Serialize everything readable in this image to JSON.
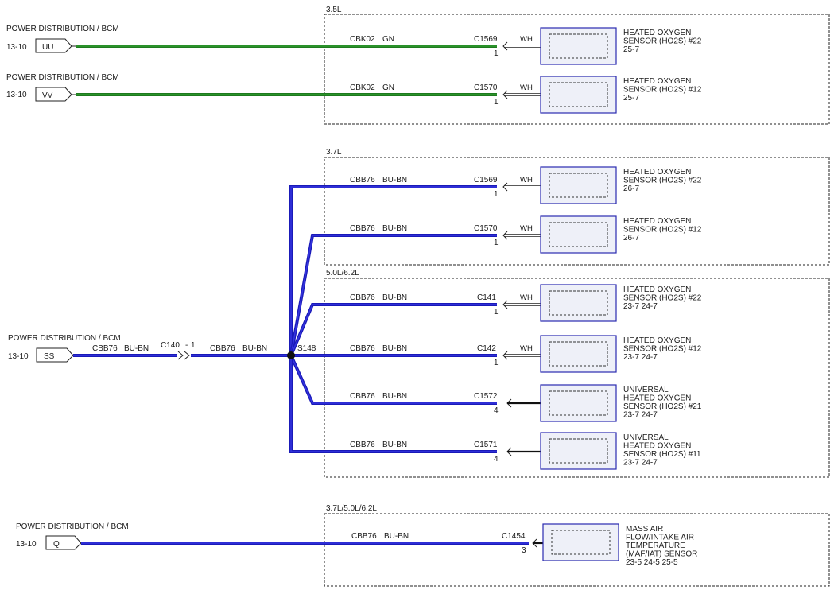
{
  "regions": {
    "r35": "3.5L",
    "r37": "3.7L",
    "r50": "5.0L/6.2L",
    "r37_50": "3.7L/5.0L/6.2L"
  },
  "sources": [
    {
      "title": "POWER DISTRIBUTION / BCM",
      "page": "13-10",
      "pin": "UU"
    },
    {
      "title": "POWER DISTRIBUTION / BCM",
      "page": "13-10",
      "pin": "VV"
    },
    {
      "title": "POWER DISTRIBUTION / BCM",
      "page": "13-10",
      "pin": "SS"
    },
    {
      "title": "POWER DISTRIBUTION / BCM",
      "page": "13-10",
      "pin": "Q"
    }
  ],
  "inline_connector": {
    "name": "C140",
    "pin": "1"
  },
  "source_wire": {
    "circuit": "CBB76",
    "color": "BU-BN"
  },
  "trunk_wire": {
    "circuit": "CBB76",
    "color": "BU-BN"
  },
  "splice": "S148",
  "pigtail_color": "WH",
  "wires": [
    {
      "circuit": "CBK02",
      "color": "GN",
      "connector": "C1569",
      "pin": "1",
      "pigtail": true
    },
    {
      "circuit": "CBK02",
      "color": "GN",
      "connector": "C1570",
      "pin": "1",
      "pigtail": true
    },
    {
      "circuit": "CBB76",
      "color": "BU-BN",
      "connector": "C1569",
      "pin": "1",
      "pigtail": true
    },
    {
      "circuit": "CBB76",
      "color": "BU-BN",
      "connector": "C1570",
      "pin": "1",
      "pigtail": true
    },
    {
      "circuit": "CBB76",
      "color": "BU-BN",
      "connector": "C141",
      "pin": "1",
      "pigtail": true
    },
    {
      "circuit": "CBB76",
      "color": "BU-BN",
      "connector": "C142",
      "pin": "1",
      "pigtail": true
    },
    {
      "circuit": "CBB76",
      "color": "BU-BN",
      "connector": "C1572",
      "pin": "4",
      "pigtail": false
    },
    {
      "circuit": "CBB76",
      "color": "BU-BN",
      "connector": "C1571",
      "pin": "4",
      "pigtail": false
    },
    {
      "circuit": "CBB76",
      "color": "BU-BN",
      "connector": "C1454",
      "pin": "3",
      "pigtail": false
    }
  ],
  "components": [
    {
      "lines": [
        "HEATED OXYGEN",
        "SENSOR (HO2S) #22",
        "25-7"
      ]
    },
    {
      "lines": [
        "HEATED OXYGEN",
        "SENSOR (HO2S) #12",
        "25-7"
      ]
    },
    {
      "lines": [
        "HEATED OXYGEN",
        "SENSOR (HO2S) #22",
        "26-7"
      ]
    },
    {
      "lines": [
        "HEATED OXYGEN",
        "SENSOR (HO2S) #12",
        "26-7"
      ]
    },
    {
      "lines": [
        "HEATED OXYGEN",
        "SENSOR (HO2S) #22",
        "23-7      24-7"
      ]
    },
    {
      "lines": [
        "HEATED OXYGEN",
        "SENSOR (HO2S) #12",
        "23-7      24-7"
      ]
    },
    {
      "lines": [
        "UNIVERSAL",
        "HEATED OXYGEN",
        "SENSOR (HO2S) #21",
        "23-7      24-7"
      ]
    },
    {
      "lines": [
        "UNIVERSAL",
        "HEATED OXYGEN",
        "SENSOR (HO2S) #11",
        "23-7      24-7"
      ]
    },
    {
      "lines": [
        "MASS AIR",
        "FLOW/INTAKE AIR",
        "TEMPERATURE",
        "(MAF/IAT) SENSOR",
        " 23-5      24-5      25-5"
      ]
    }
  ],
  "colors": {
    "green_wire": "#1f7a1f",
    "blue_wire": "#1a1ab8",
    "component_border": "#2a2ab0"
  }
}
